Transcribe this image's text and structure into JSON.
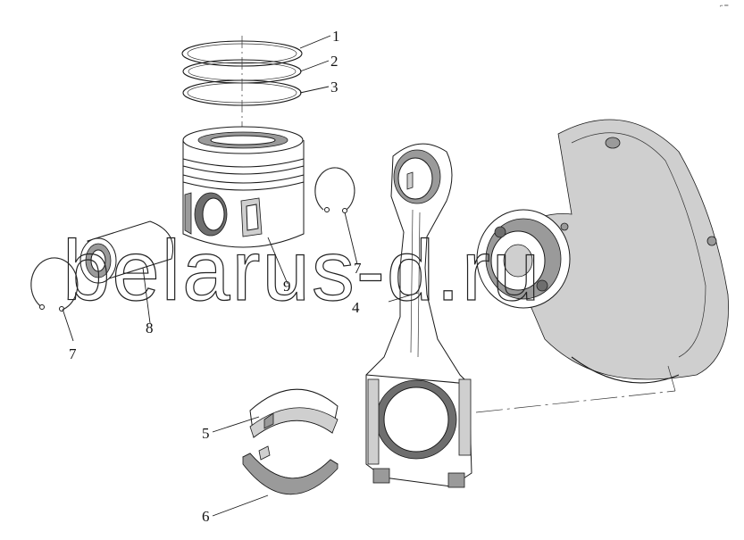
{
  "watermark": "belarus-d.ru",
  "corner_mark": "⌐ ═",
  "callouts": {
    "c1": "1",
    "c2": "2",
    "c3": "3",
    "c4": "4",
    "c5": "5",
    "c6": "6",
    "c7a": "7",
    "c7b": "7",
    "c8": "8",
    "c9": "9"
  }
}
